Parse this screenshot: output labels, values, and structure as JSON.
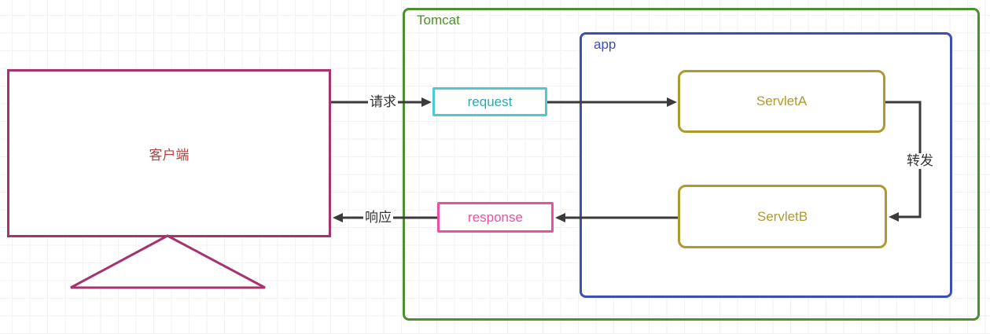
{
  "diagram": {
    "nodes": {
      "client": {
        "label": "客户端"
      },
      "tomcat": {
        "label": "Tomcat"
      },
      "app": {
        "label": "app"
      },
      "request": {
        "label": "request"
      },
      "response": {
        "label": "response"
      },
      "servlet_a": {
        "label": "ServletA"
      },
      "servlet_b": {
        "label": "ServletB"
      }
    },
    "edges": {
      "request_label": "请求",
      "response_label": "响应",
      "forward_label": "转发"
    },
    "colors": {
      "client_border": "#a6336f",
      "client_text": "#b5403e",
      "tomcat": "#4e8f2e",
      "app": "#3b50b2",
      "request": "#4ec9d4",
      "request_text": "#2fa8b3",
      "response": "#ee4fa0",
      "servlet": "#b09a2e",
      "arrow": "#3b3b3b",
      "grid": "#f2f2f2",
      "label_text": "#333333"
    }
  }
}
